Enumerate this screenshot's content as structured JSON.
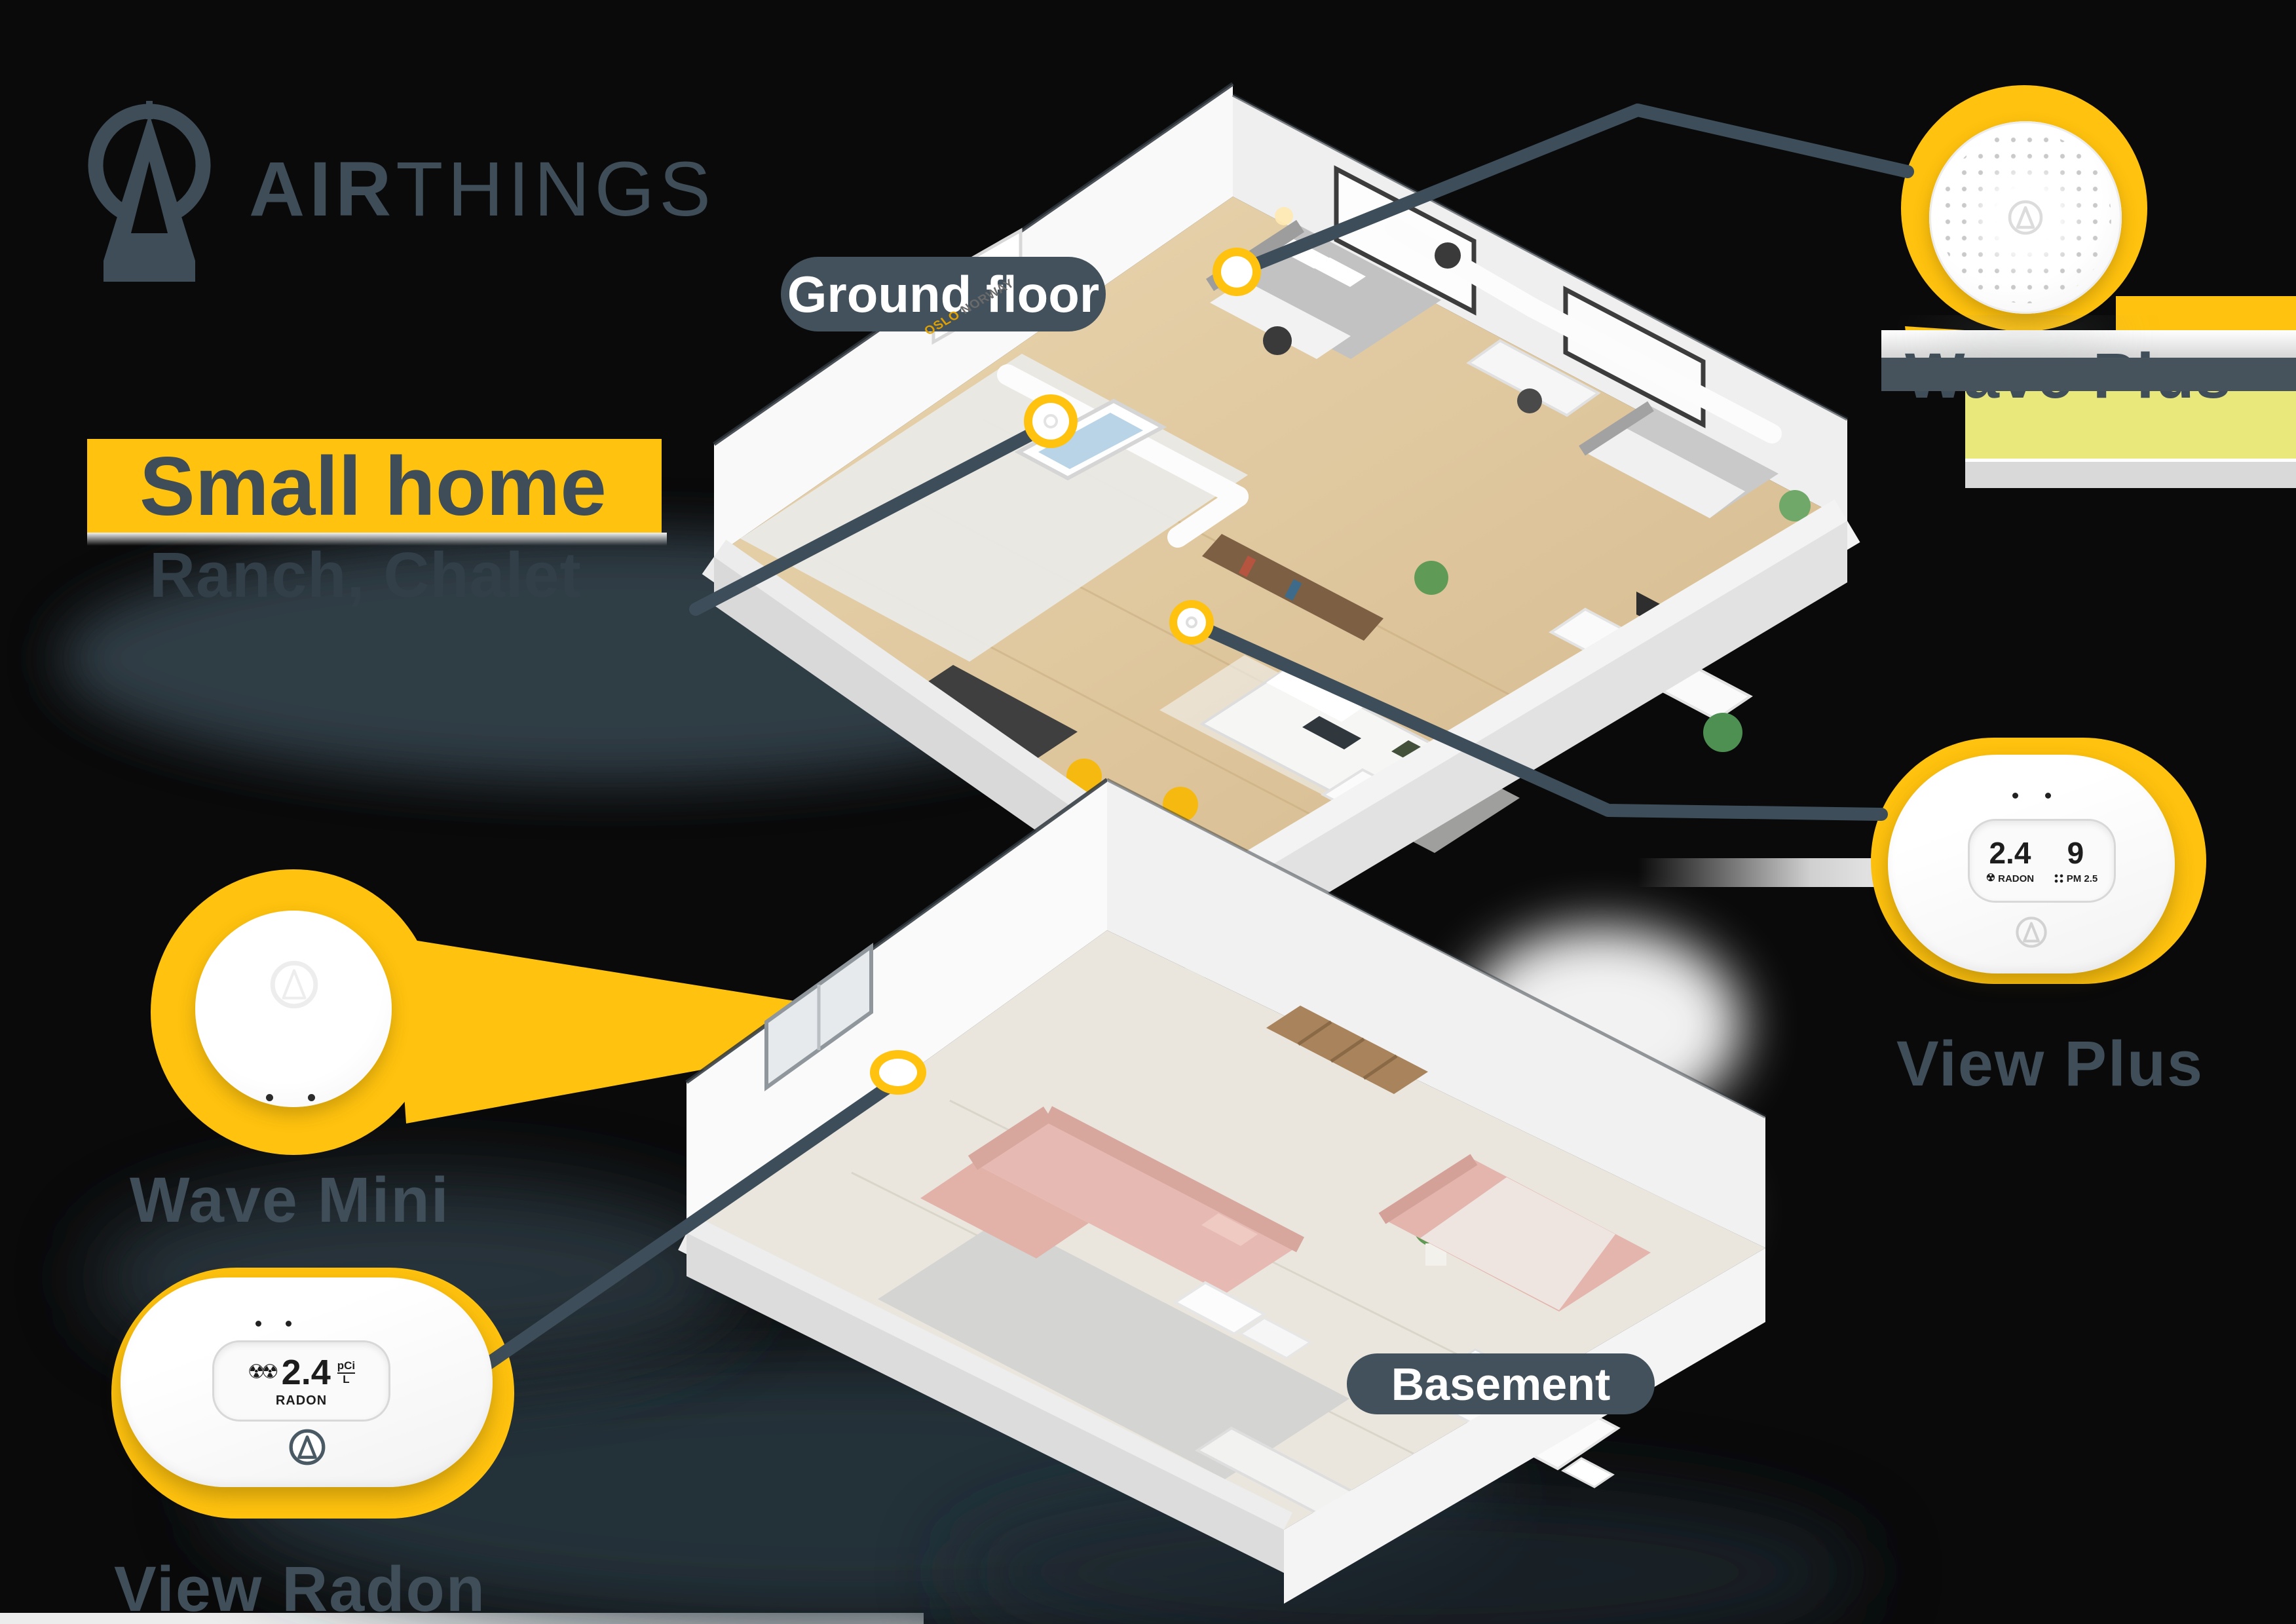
{
  "brand": {
    "air": "AIR",
    "things": "THINGS"
  },
  "hero": {
    "title": "Small home",
    "subtitle": "Ranch, Chalet"
  },
  "floor_labels": {
    "ground": "Ground floor",
    "basement": "Basement"
  },
  "products": {
    "wave_plus": {
      "name": "Wave Plus"
    },
    "view_plus": {
      "name": "View Plus",
      "radon_value": "2.4",
      "radon_label": "RADON",
      "pm_value": "9",
      "pm_label": "PM 2.5"
    },
    "wave_mini": {
      "name": "Wave Mini"
    },
    "view_radon": {
      "name": "View Radon",
      "radon_value": "2.4",
      "radon_unit_top": "pCi",
      "radon_unit_bottom": "L",
      "radon_label": "RADON"
    }
  },
  "icons": {
    "radiation": "☢",
    "radiation_cluster": "☢☢"
  },
  "scene": {
    "poster_oslo": "OSLO",
    "poster_norway": "NORWAY"
  },
  "colors": {
    "accent_yellow": "#FFC20E",
    "slate": "#42515C",
    "pale_band": "#E9E87B",
    "line": "#3D4E5A"
  }
}
